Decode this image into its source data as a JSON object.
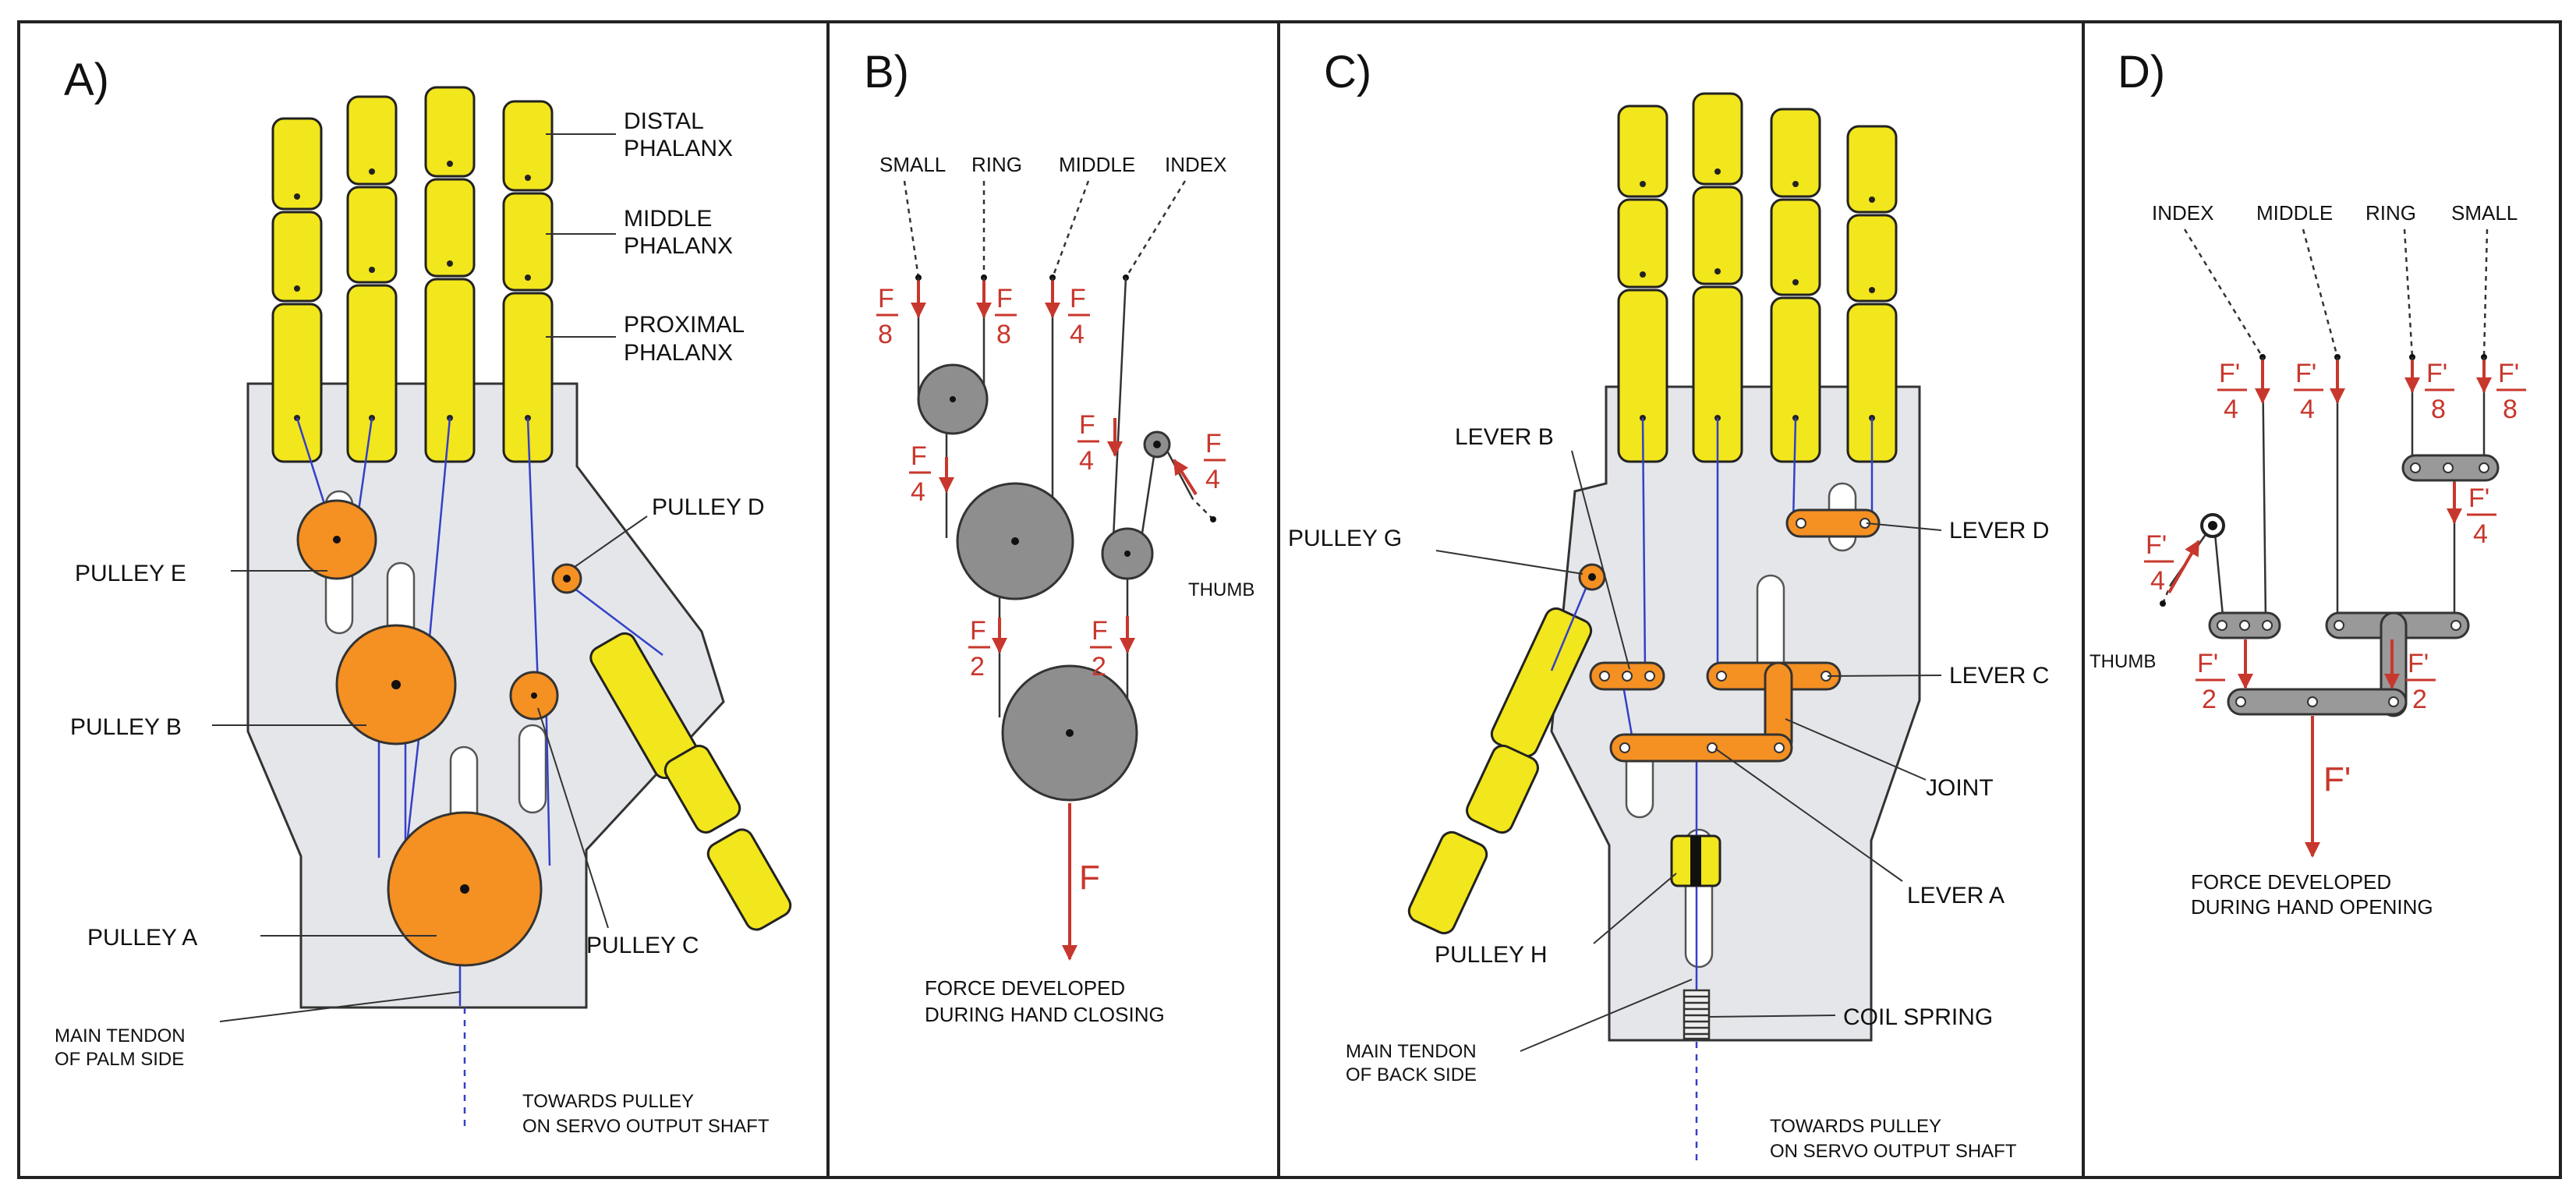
{
  "panels": {
    "a": {
      "title": "A)",
      "labels": {
        "distal_1": "DISTAL",
        "distal_2": "PHALANX",
        "middle_1": "MIDDLE",
        "middle_2": "PHALANX",
        "proximal_1": "PROXIMAL",
        "proximal_2": "PHALANX",
        "pulley_e": "PULLEY E",
        "pulley_d": "PULLEY D",
        "pulley_b": "PULLEY B",
        "pulley_a": "PULLEY A",
        "pulley_c": "PULLEY C",
        "tendon_1": "MAIN TENDON",
        "tendon_2": "OF PALM SIDE",
        "towards_1": "TOWARDS PULLEY",
        "towards_2": "ON SERVO OUTPUT SHAFT"
      }
    },
    "b": {
      "title": "B)",
      "fingers": [
        "SMALL",
        "RING",
        "MIDDLE",
        "INDEX"
      ],
      "thumb": "THUMB",
      "f_num": "F",
      "den_8": "8",
      "den_4": "4",
      "den_2": "2",
      "f_total": "F",
      "caption_1": "FORCE DEVELOPED",
      "caption_2": "DURING HAND CLOSING"
    },
    "c": {
      "title": "C)",
      "labels": {
        "lever_b": "LEVER B",
        "pulley_g": "PULLEY G",
        "lever_d": "LEVER D",
        "lever_c": "LEVER C",
        "joint": "JOINT",
        "lever_a": "LEVER A",
        "pulley_h": "PULLEY H",
        "coil_spring": "COIL SPRING",
        "tendon_1": "MAIN TENDON",
        "tendon_2": "OF BACK SIDE",
        "towards_1": "TOWARDS PULLEY",
        "towards_2": "ON SERVO OUTPUT SHAFT"
      }
    },
    "d": {
      "title": "D)",
      "fingers": [
        "INDEX",
        "MIDDLE",
        "RING",
        "SMALL"
      ],
      "thumb": "THUMB",
      "f_num": "F'",
      "den_8": "8",
      "den_4": "4",
      "den_2": "2",
      "f_total": "F'",
      "caption_1": "FORCE DEVELOPED",
      "caption_2": "DURING HAND OPENING"
    }
  }
}
